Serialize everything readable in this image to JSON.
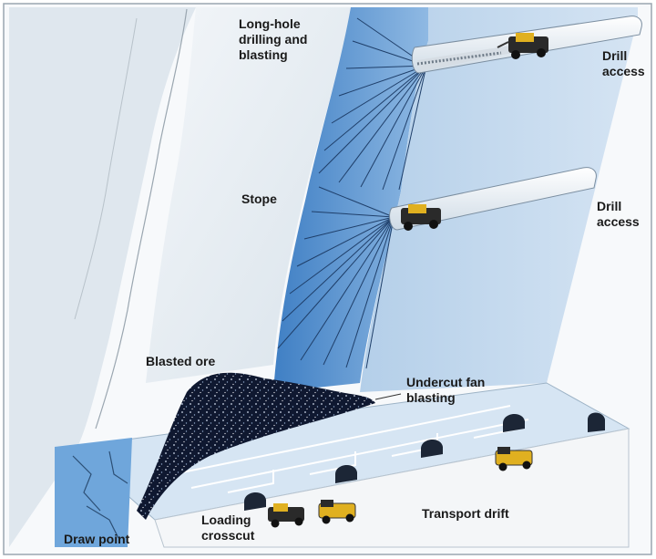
{
  "labels": {
    "long_hole": "Long-hole\ndrilling and\nblasting",
    "stope": "Stope",
    "drill_access_upper": "Drill\naccess",
    "drill_access_lower": "Drill\naccess",
    "blasted_ore": "Blasted ore",
    "undercut": "Undercut fan\nblasting",
    "loading_crosscut": "Loading\ncrosscut",
    "transport_drift": "Transport drift",
    "draw_point": "Draw point"
  },
  "colors": {
    "rock_face": "#e6edf2",
    "ore_blue": "#4f8fcf",
    "ore_light": "#bcd4ec",
    "tunnel": "#f4f8fb",
    "ore_pile": "#101a30",
    "machine": "#e0b020"
  },
  "icons": [
    "drill-rig-icon",
    "loader-icon",
    "truck-icon"
  ]
}
